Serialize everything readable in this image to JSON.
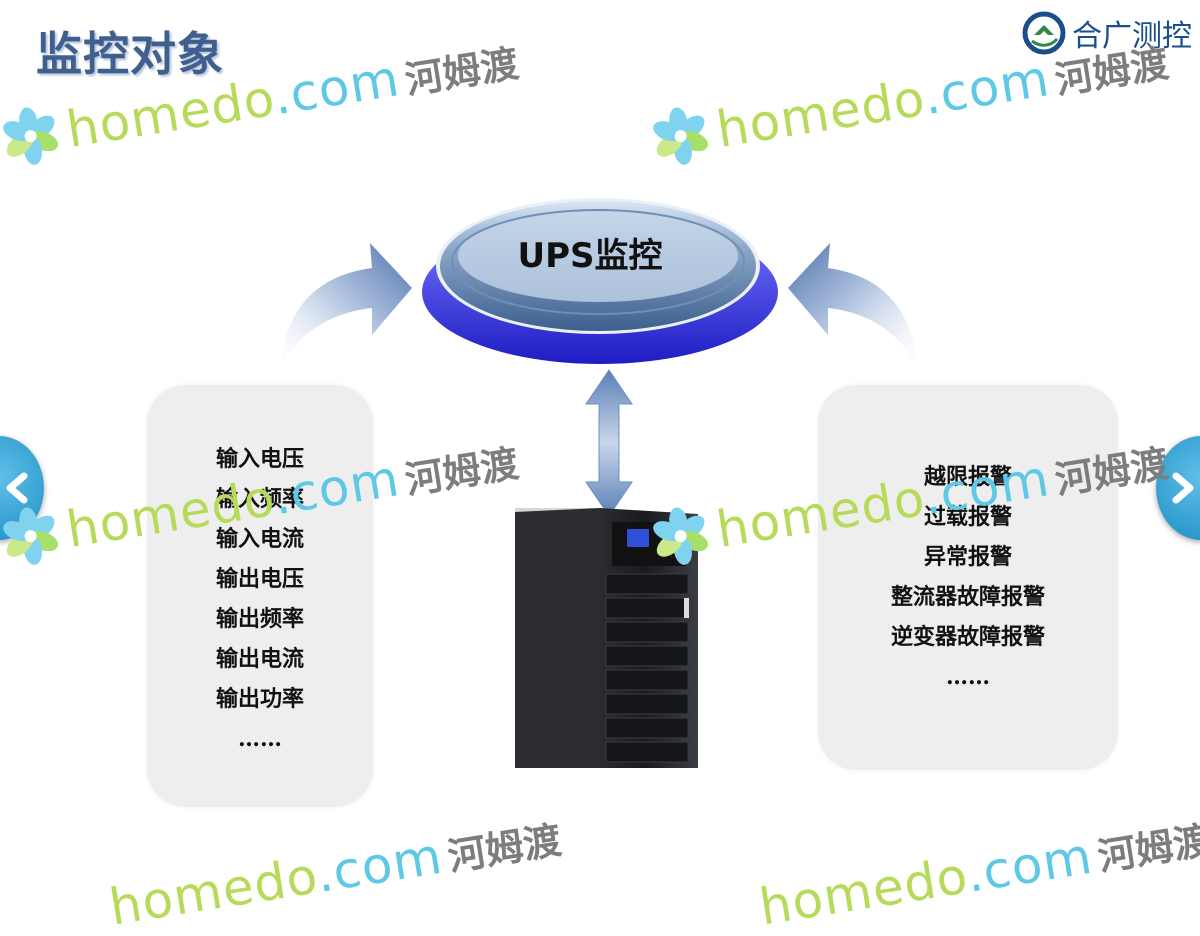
{
  "header": {
    "title": "监控对象",
    "brand": "合广测控"
  },
  "hub": {
    "label": "UPS监控"
  },
  "left_panel": {
    "items": [
      "输入电压",
      "输入频率",
      "输入电流",
      "输出电压",
      "输出频率",
      "输出电流",
      "输出功率",
      "……"
    ]
  },
  "right_panel": {
    "items": [
      "越限报警",
      "过载报警",
      "异常报警",
      "整流器故障报警",
      "逆变器故障报警",
      "……"
    ]
  },
  "watermark": {
    "brand": "homedo",
    "domain": ".com",
    "cn": "河姆渡"
  },
  "colors": {
    "title": "#3f5f8f",
    "hub_top": "#5f7fa8",
    "hub_base": "#3333dd",
    "panel_bg": "#eeeeee",
    "watermark_green": "#b6db5a",
    "watermark_blue": "#5ec8e6",
    "nav_button": "#2a9fd6"
  },
  "icons": [
    "brand-logo-icon",
    "flower-icon",
    "chevron-left-icon",
    "chevron-right-icon",
    "ups-cabinet-icon"
  ]
}
